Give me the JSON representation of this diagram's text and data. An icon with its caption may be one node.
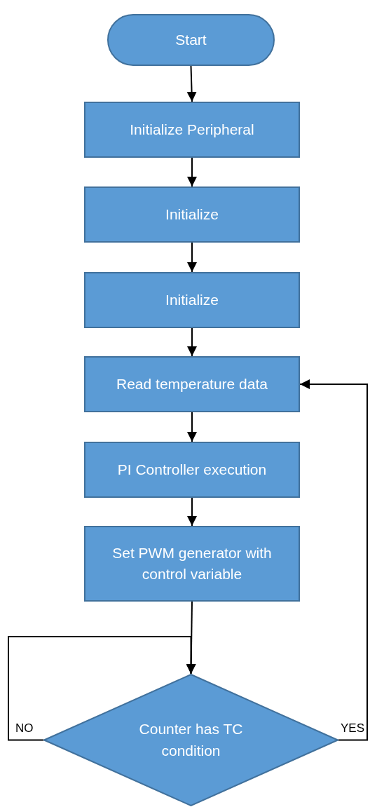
{
  "diagram": {
    "nodes": [
      {
        "text": [
          "Start"
        ]
      },
      {
        "text": [
          "Initialize Peripheral"
        ]
      },
      {
        "text": [
          "Initialize"
        ]
      },
      {
        "text": [
          "Initialize"
        ]
      },
      {
        "text": [
          "Read temperature data"
        ]
      },
      {
        "text": [
          "PI Controller execution"
        ]
      },
      {
        "text": [
          "Set PWM generator with control variable"
        ]
      },
      {
        "text": [
          "Counter has TC condition"
        ]
      }
    ],
    "edges": [
      {
        "from": 0,
        "to": 1,
        "arrow": "to"
      },
      {
        "from": 1,
        "to": 2,
        "arrow": "to"
      },
      {
        "from": 2,
        "to": 3,
        "arrow": "to"
      },
      {
        "from": 3,
        "to": 4,
        "arrow": "to"
      },
      {
        "from": 4,
        "to": 5,
        "arrow": "to"
      },
      {
        "from": 5,
        "to": 6,
        "arrow": "to"
      },
      {
        "from": 6,
        "to": 7,
        "arrow": "to"
      },
      {
        "from": 7,
        "to": 7,
        "arrow": "to",
        "label": "NO"
      },
      {
        "from": 7,
        "to": 4,
        "arrow": "to",
        "label": "YES"
      }
    ]
  }
}
